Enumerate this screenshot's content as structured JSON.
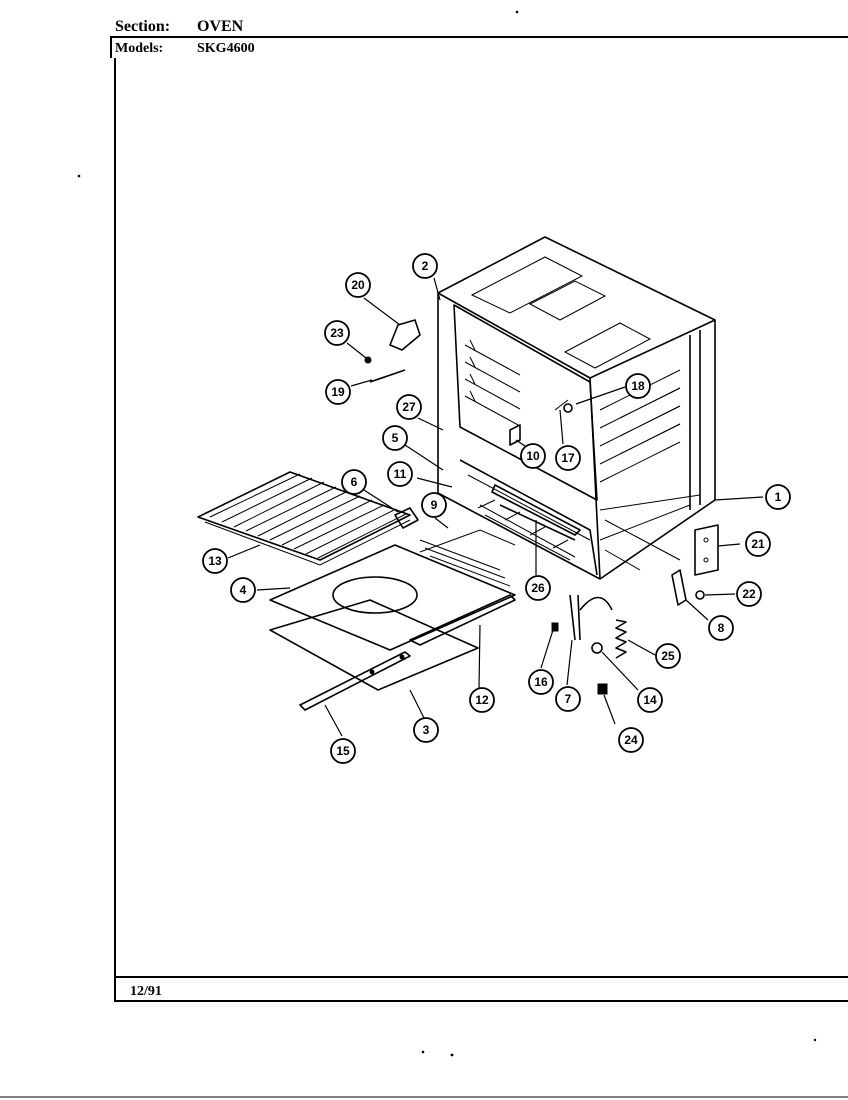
{
  "header": {
    "section_label": "Section:",
    "section_value": "OVEN",
    "models_label": "Models:",
    "models_value": "SKG4600"
  },
  "footer": {
    "date": "12/91"
  },
  "callouts": [
    "1",
    "2",
    "3",
    "4",
    "5",
    "6",
    "7",
    "8",
    "9",
    "10",
    "11",
    "12",
    "13",
    "14",
    "15",
    "16",
    "17",
    "18",
    "19",
    "20",
    "21",
    "22",
    "23",
    "24",
    "25",
    "26",
    "27"
  ]
}
